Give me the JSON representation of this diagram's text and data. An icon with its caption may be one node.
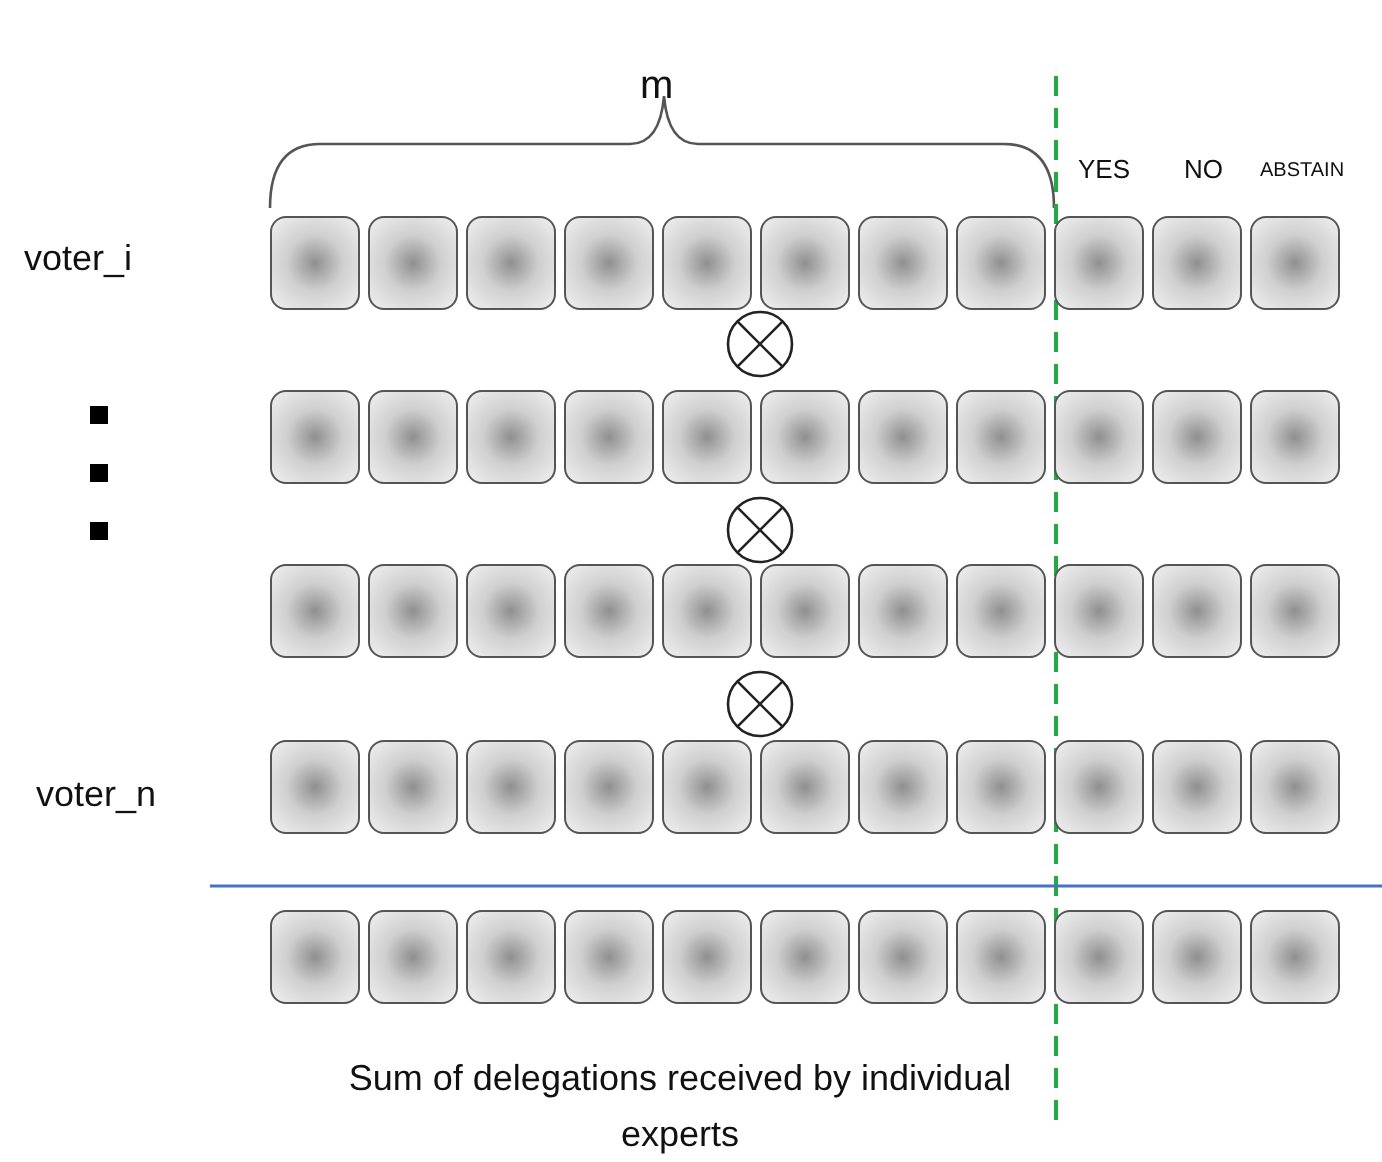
{
  "diagram": {
    "labels": [
      "m",
      "YES",
      "NO",
      "ABSTAIN",
      "voter_i",
      "voter_n",
      "Sum of delegations received by individual experts"
    ]
  }
}
